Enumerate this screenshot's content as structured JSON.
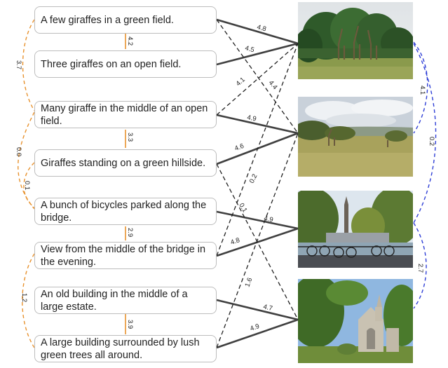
{
  "captions": [
    "A few giraffes in a green field.",
    "Three giraffes on an open field.",
    "Many giraffe in the middle of an open field.",
    "Giraffes standing on a green hillside.",
    "A bunch of bicycles parked along the bridge.",
    "View from the middle of the bridge in the evening.",
    "An old building in the middle of a large estate.",
    "A large building surrounded by lush green trees all around."
  ],
  "images": [
    "giraffes-in-tree-field",
    "giraffes-on-hillside",
    "canal-bridge-with-bicycles",
    "old-stone-church-among-trees"
  ],
  "caption_pair_scores": [
    "4.2",
    "3.3",
    "2.9",
    "3.9"
  ],
  "caption_arc_scores": [
    "3.7",
    "0.0",
    "0.1",
    "1.2"
  ],
  "image_arc_scores": [
    "4.1",
    "0.2",
    "2.7"
  ],
  "cross_scores": {
    "matched": [
      "4.8",
      "4.5",
      "4.9",
      "4.6",
      "4.9",
      "4.8",
      "4.7",
      "4.9"
    ],
    "unmatched": [
      "4.1",
      "4.4",
      "0.2",
      "0.1",
      "1.6"
    ]
  },
  "colors": {
    "caption_links": "#e8922e",
    "image_links": "#2f3fd6",
    "cross_links": "#333333"
  }
}
